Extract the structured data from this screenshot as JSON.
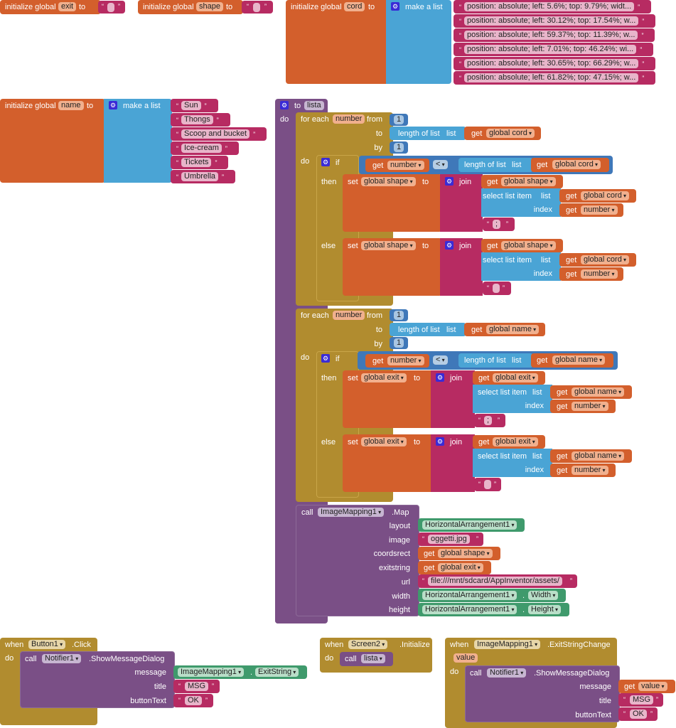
{
  "workspace": "App Inventor Blocks Editor",
  "globals": {
    "exit": {
      "prefix": "initialize global",
      "name": "exit",
      "to": "to",
      "value": ""
    },
    "shape": {
      "prefix": "initialize global",
      "name": "shape",
      "to": "to",
      "value": ""
    },
    "cord": {
      "prefix": "initialize global",
      "name": "cord",
      "to": "to",
      "make_list": "make a list",
      "items": [
        "position: absolute; left: 5.6%; top: 9.79%; widt...",
        "position: absolute; left: 30.12%; top: 17.54%; w...",
        "position: absolute; left: 59.37%; top: 11.39%; w...",
        "position: absolute; left: 7.01%; top: 46.24%; wi...",
        "position: absolute; left: 30.65%; top: 66.29%; w...",
        "position: absolute; left: 61.82%; top: 47.15%; w..."
      ]
    },
    "name": {
      "prefix": "initialize global",
      "name": "name",
      "to": "to",
      "make_list": "make a list",
      "items": [
        "Sun",
        "Thongs",
        "Scoop and bucket",
        "Ice-cream",
        "Tickets",
        "Umbrella"
      ]
    }
  },
  "procedure": {
    "to": "to",
    "name": "lista",
    "do": "do",
    "loop1": {
      "for_each": "for each",
      "var": "number",
      "from": "from",
      "from_val": "1",
      "to": "to",
      "length_of_list": "length of list",
      "list": "list",
      "get": "get",
      "list_var": "global cord",
      "by": "by",
      "by_val": "1",
      "do": "do",
      "if": "if",
      "get_number": "number",
      "op": "<",
      "then": "then",
      "else": "else",
      "set": "set",
      "target": "global shape",
      "set_to": "to",
      "join": "join",
      "select_list_item": "select list item",
      "index": "index",
      "sep_then": ";",
      "sep_else": ""
    },
    "loop2": {
      "for_each": "for each",
      "var": "number",
      "from": "from",
      "from_val": "1",
      "to": "to",
      "length_of_list": "length of list",
      "list": "list",
      "get": "get",
      "list_var": "global name",
      "by": "by",
      "by_val": "1",
      "do": "do",
      "if": "if",
      "get_number": "number",
      "op": "<",
      "then": "then",
      "else": "else",
      "set": "set",
      "target": "global exit",
      "set_to": "to",
      "join": "join",
      "select_list_item": "select list item",
      "index": "index",
      "sep_then": ";",
      "sep_else": ""
    },
    "map_call": {
      "call": "call",
      "component": "ImageMapping1",
      "method": ".Map",
      "args": {
        "layout": {
          "label": "layout",
          "value": "HorizontalArrangement1"
        },
        "image": {
          "label": "image",
          "value": "oggetti.jpg"
        },
        "coordsrect": {
          "label": "coordsrect",
          "get": "get",
          "value": "global shape"
        },
        "exitstring": {
          "label": "exitstring",
          "get": "get",
          "value": "global exit"
        },
        "url": {
          "label": "url",
          "value": "file:///mnt/sdcard/AppInventor/assets/"
        },
        "width": {
          "label": "width",
          "component": "HorizontalArrangement1",
          "prop": "Width"
        },
        "height": {
          "label": "height",
          "component": "HorizontalArrangement1",
          "prop": "Height"
        }
      }
    }
  },
  "events": {
    "button_click": {
      "when": "when",
      "component": "Button1",
      "event": ".Click",
      "do": "do",
      "call": "call",
      "notifier": "Notifier1",
      "method": ".ShowMessageDialog",
      "message_label": "message",
      "message_component": "ImageMapping1",
      "message_prop": "ExitString",
      "title_label": "title",
      "title": "MSG",
      "button_label": "buttonText",
      "button_text": "OK"
    },
    "screen_init": {
      "when": "when",
      "component": "Screen2",
      "event": ".Initialize",
      "do": "do",
      "call": "call",
      "procedure": "lista"
    },
    "exit_change": {
      "when": "when",
      "component": "ImageMapping1",
      "event": ".ExitStringChange",
      "param": "value",
      "do": "do",
      "call": "call",
      "notifier": "Notifier1",
      "method": ".ShowMessageDialog",
      "message_label": "message",
      "get": "get",
      "message_var": "value",
      "title_label": "title",
      "title": "MSG",
      "button_label": "buttonText",
      "button_text": "OK"
    }
  },
  "colors": {
    "variables": "#d35f2c",
    "lists": "#4aa4d5",
    "text": "#b72b62",
    "control": "#b18c2f",
    "procedures": "#7a4f86",
    "components": "#3f9a6c",
    "logic": "#3f78b9"
  }
}
